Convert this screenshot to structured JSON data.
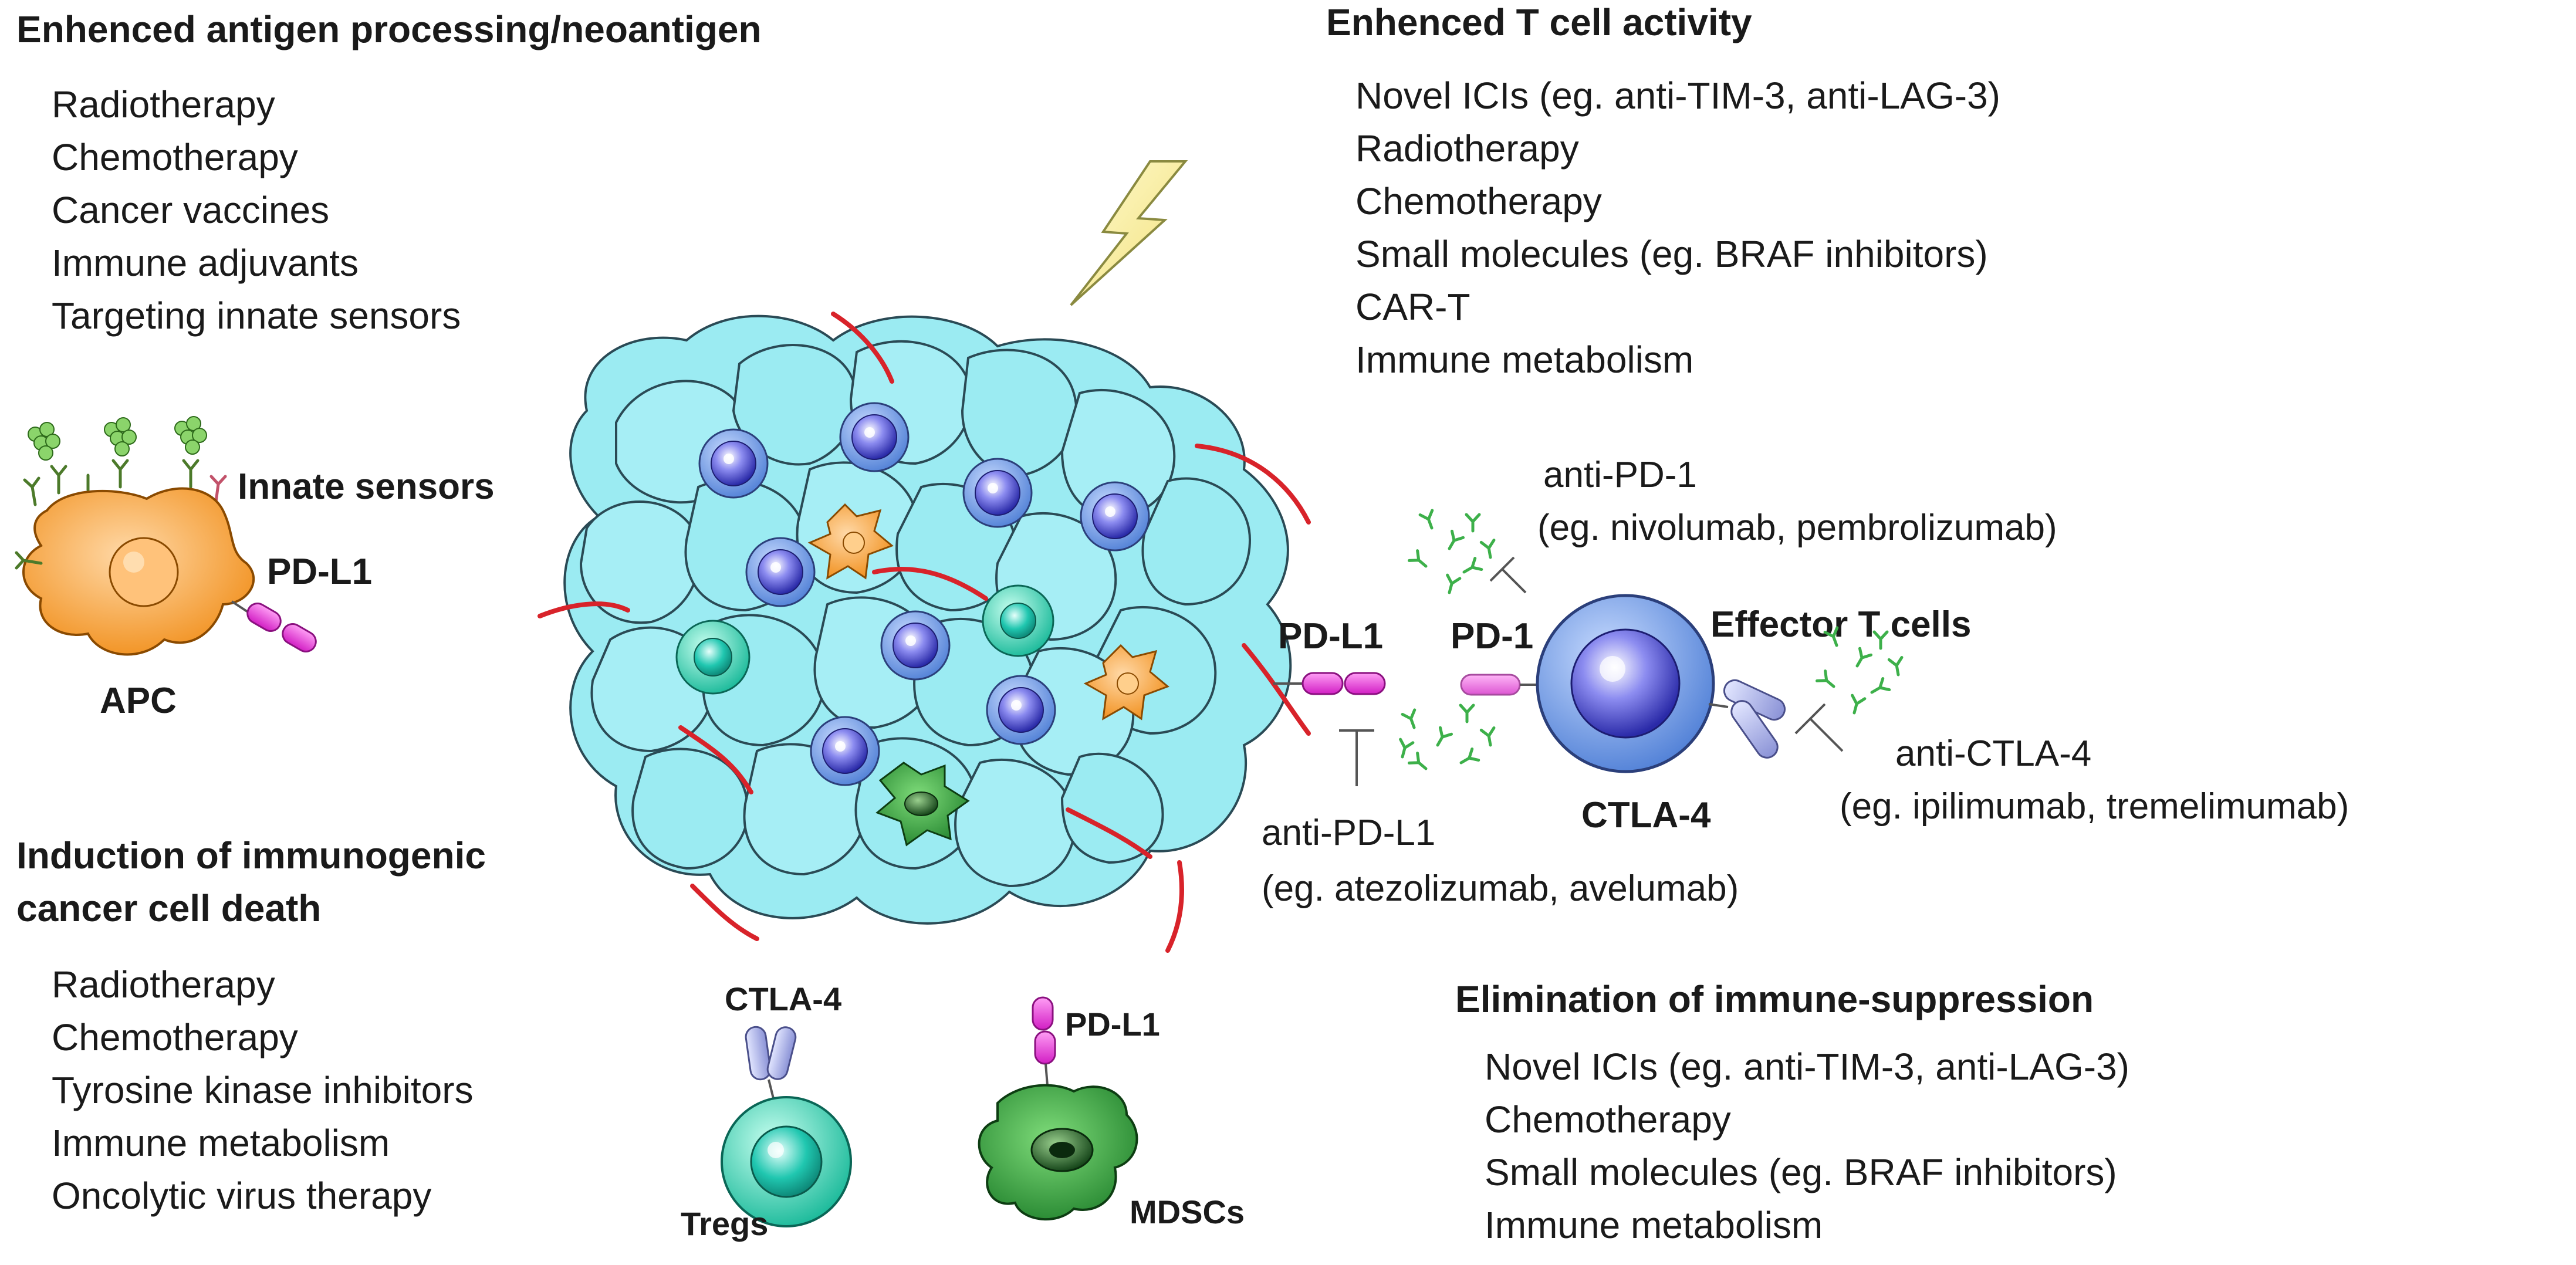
{
  "sections": {
    "antigen": {
      "heading": "Enhenced antigen processing/neoantigen",
      "items": [
        "Radiotherapy",
        "Chemotherapy",
        "Cancer vaccines",
        "Immune adjuvants",
        "Targeting innate sensors"
      ]
    },
    "tcell": {
      "heading": "Enhenced T cell activity",
      "items": [
        "Novel ICIs (eg. anti-TIM-3, anti-LAG-3)",
        "Radiotherapy",
        "Chemotherapy",
        "Small molecules (eg. BRAF inhibitors)",
        "CAR-T",
        "Immune metabolism"
      ]
    },
    "death": {
      "heading_line1": "Induction of immunogenic",
      "heading_line2": "cancer cell death",
      "items": [
        "Radiotherapy",
        "Chemotherapy",
        "Tyrosine kinase inhibitors",
        "Immune metabolism",
        "Oncolytic virus therapy"
      ]
    },
    "suppression": {
      "heading": "Elimination of immune-suppression",
      "items": [
        "Novel ICIs (eg. anti-TIM-3, anti-LAG-3)",
        "Chemotherapy",
        "Small molecules (eg. BRAF inhibitors)",
        "Immune metabolism"
      ]
    }
  },
  "labels": {
    "innate_sensors": "Innate sensors",
    "apc_pdl1": "PD-L1",
    "apc": "APC",
    "tumor_pdl1": "PD-L1",
    "pd1": "PD-1",
    "effector": "Effector T cells",
    "ctla4": "CTLA-4",
    "treg_ctla4": "CTLA-4",
    "tregs": "Tregs",
    "mdsc_pdl1": "PD-L1",
    "mdscs": "MDSCs"
  },
  "drugs": {
    "anti_pd1": "anti-PD-1",
    "anti_pd1_eg": "(eg. nivolumab, pembrolizumab)",
    "anti_pdl1": "anti-PD-L1",
    "anti_pdl1_eg": "(eg. atezolizumab, avelumab)",
    "anti_ctla4": "anti-CTLA-4",
    "anti_ctla4_eg": "(eg. ipilimumab, tremelimumab)"
  },
  "colors": {
    "tumor_cell": "#9BEBF2",
    "tumor_outline": "#2a4a55",
    "nucleus_blue": "#5A5ADC",
    "apc_orange": "#F7A238",
    "treg_teal": "#2FD8B8",
    "mdsc_green": "#2E9E3A",
    "pd_magenta": "#E83AD8",
    "effector_blue": "#6F9FE8",
    "vessel_red": "#D8232A",
    "antibody_green": "#3DB04A"
  }
}
